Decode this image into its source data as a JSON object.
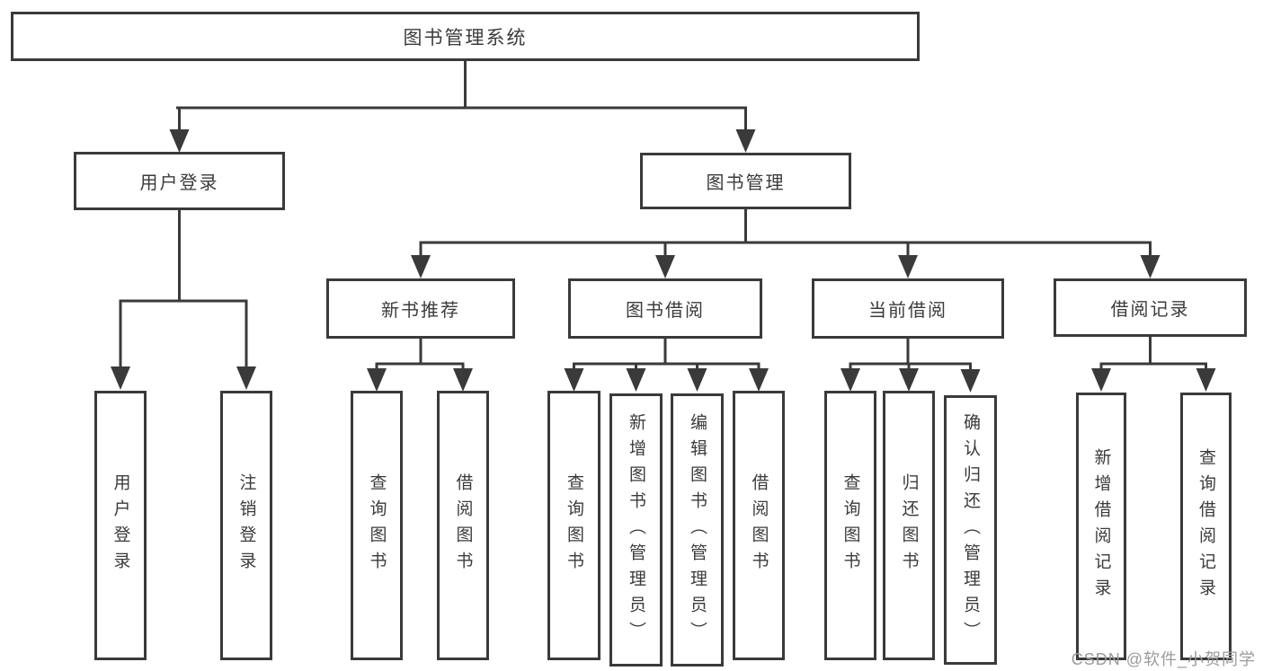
{
  "colors": {
    "line": "#3a3a3a",
    "box_border": "#3a3a3a",
    "text": "#3b3b3b",
    "background": "#ffffff",
    "watermark": "#9b9b9b"
  },
  "watermark": {
    "text": "CSDN @软件_小贺同学"
  },
  "tree": {
    "label": "图书管理系统",
    "children": [
      {
        "label": "用户登录",
        "children": [
          {
            "label": "用户登录"
          },
          {
            "label": "注销登录"
          }
        ]
      },
      {
        "label": "图书管理",
        "children": [
          {
            "label": "新书推荐",
            "children": [
              {
                "label": "查询图书"
              },
              {
                "label": "借阅图书"
              }
            ]
          },
          {
            "label": "图书借阅",
            "children": [
              {
                "label": "查询图书"
              },
              {
                "label": "新增图书（管理员）"
              },
              {
                "label": "编辑图书（管理员）"
              },
              {
                "label": "借阅图书"
              }
            ]
          },
          {
            "label": "当前借阅",
            "children": [
              {
                "label": "查询图书"
              },
              {
                "label": "归还图书"
              },
              {
                "label": "确认归还（管理员）"
              }
            ]
          },
          {
            "label": "借阅记录",
            "children": [
              {
                "label": "新增借阅记录"
              },
              {
                "label": "查询借阅记录"
              }
            ]
          }
        ]
      }
    ]
  }
}
